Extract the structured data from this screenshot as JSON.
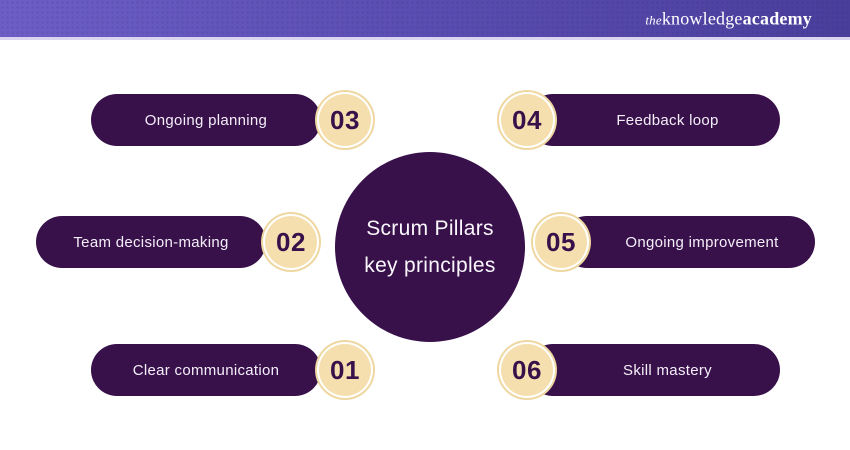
{
  "header": {
    "logo": {
      "the": "the",
      "knowledge": "knowledge",
      "academy": "academy"
    }
  },
  "center": {
    "line1": "Scrum Pillars",
    "line2": "key principles"
  },
  "pills": [
    {
      "number": "01",
      "label": "Clear communication"
    },
    {
      "number": "02",
      "label": "Team decision-making"
    },
    {
      "number": "03",
      "label": "Ongoing planning"
    },
    {
      "number": "04",
      "label": "Feedback loop"
    },
    {
      "number": "05",
      "label": "Ongoing improvement"
    },
    {
      "number": "06",
      "label": "Skill mastery"
    }
  ],
  "colors": {
    "deep_purple": "#38114b",
    "badge_cream": "#f5dfae",
    "badge_ring": "#eed7a0",
    "header_gradient_left": "#6c5ec5",
    "header_gradient_right": "#4a3e9b",
    "header_underline": "#dad4f0",
    "background": "#ffffff",
    "pill_text": "#f4eef8"
  }
}
